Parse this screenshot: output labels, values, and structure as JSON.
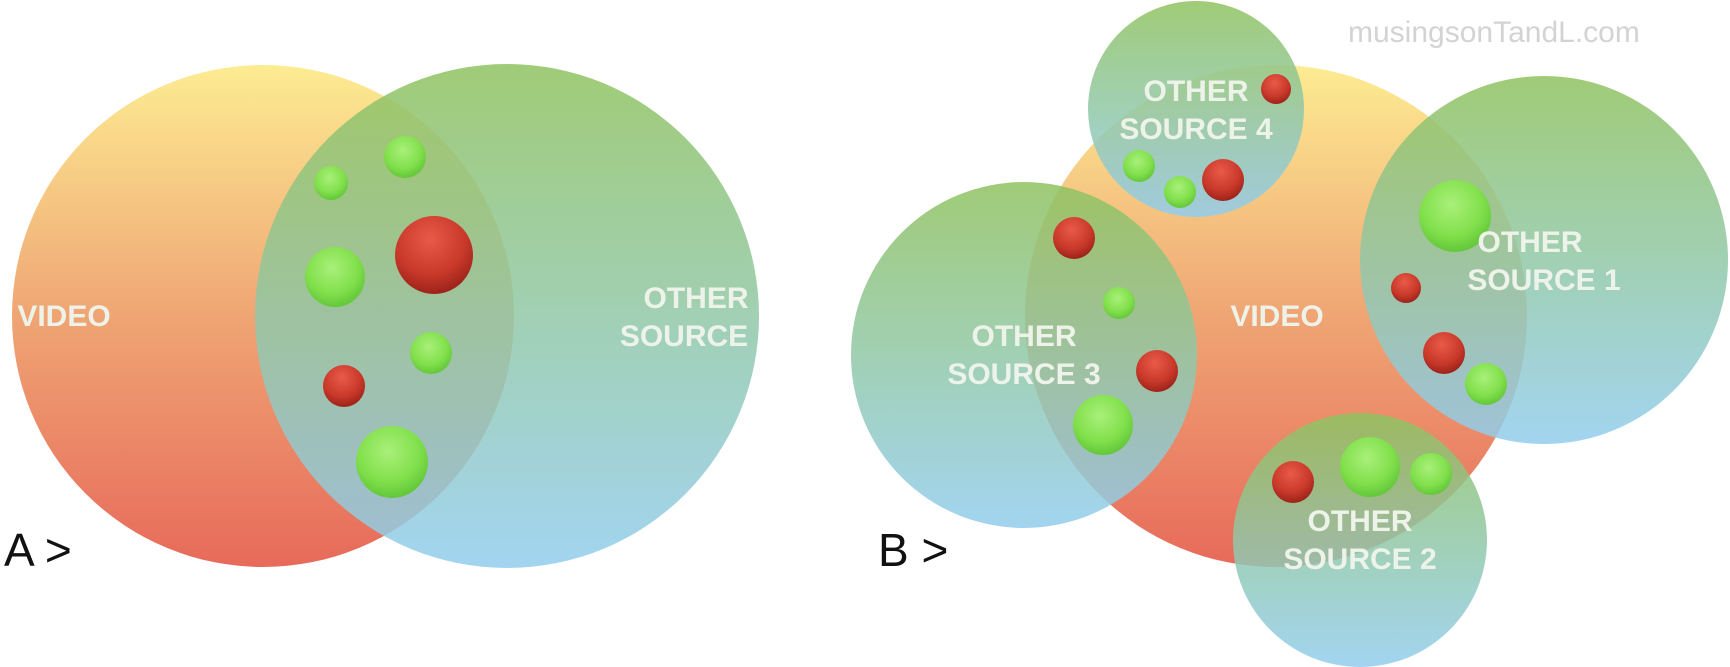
{
  "watermark": "musingsonTandL.com",
  "panel_a": {
    "label": "A >",
    "video_label": "VIDEO",
    "other_label": [
      "OTHER",
      "SOURCE"
    ]
  },
  "panel_b": {
    "label": "B >",
    "video_label": "VIDEO",
    "source1_label": [
      "OTHER",
      "SOURCE 1"
    ],
    "source2_label": [
      "OTHER",
      "SOURCE 2"
    ],
    "source3_label": [
      "OTHER",
      "SOURCE 3"
    ],
    "source4_label": [
      "OTHER",
      "SOURCE 4"
    ]
  },
  "colors": {
    "video_top": "#fdea8e",
    "video_bottom": "#e76a5a",
    "other_top": "#98c66e",
    "other_bottom": "#94cde9",
    "dot_green": "#7fe04a",
    "dot_red": "#c0392b"
  }
}
